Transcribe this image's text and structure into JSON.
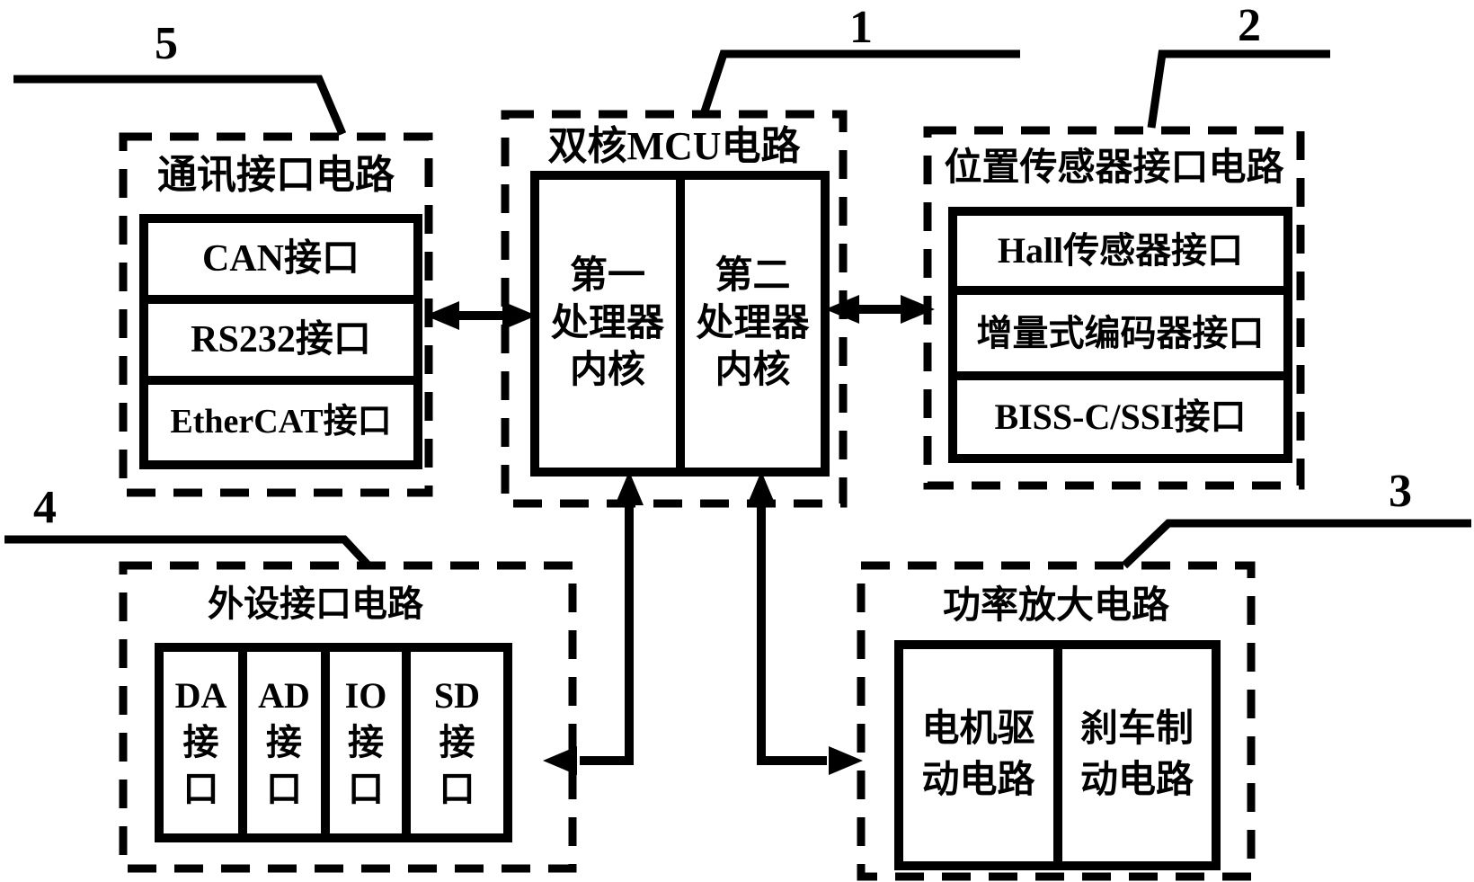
{
  "figure": {
    "background": "#ffffff",
    "ink": "#000000"
  },
  "ref_labels": {
    "mcu": "1",
    "sensor": "2",
    "power": "3",
    "periph": "4",
    "comm": "5"
  },
  "blocks": {
    "comm": {
      "title": "通讯接口电路",
      "rows": [
        "CAN接口",
        "RS232接口",
        "EtherCAT接口"
      ]
    },
    "mcu": {
      "title": "双核MCU电路",
      "cores": [
        {
          "lines": [
            "第一",
            "处理器",
            "内核"
          ]
        },
        {
          "lines": [
            "第二",
            "处理器",
            "内核"
          ]
        }
      ]
    },
    "sensor": {
      "title": "位置传感器接口电路",
      "rows": [
        "Hall传感器接口",
        "增量式编码器接口",
        "BISS-C/SSI接口"
      ]
    },
    "periph": {
      "title": "外设接口电路",
      "cols": [
        {
          "lines": [
            "DA",
            "接",
            "口"
          ]
        },
        {
          "lines": [
            "AD",
            "接",
            "口"
          ]
        },
        {
          "lines": [
            "IO",
            "接",
            "口"
          ]
        },
        {
          "lines": [
            "SD",
            "接",
            "口"
          ]
        }
      ]
    },
    "power": {
      "title": "功率放大电路",
      "cells": [
        {
          "lines": [
            "电机驱",
            "动电路"
          ]
        },
        {
          "lines": [
            "刹车制",
            "动电路"
          ]
        }
      ]
    }
  }
}
